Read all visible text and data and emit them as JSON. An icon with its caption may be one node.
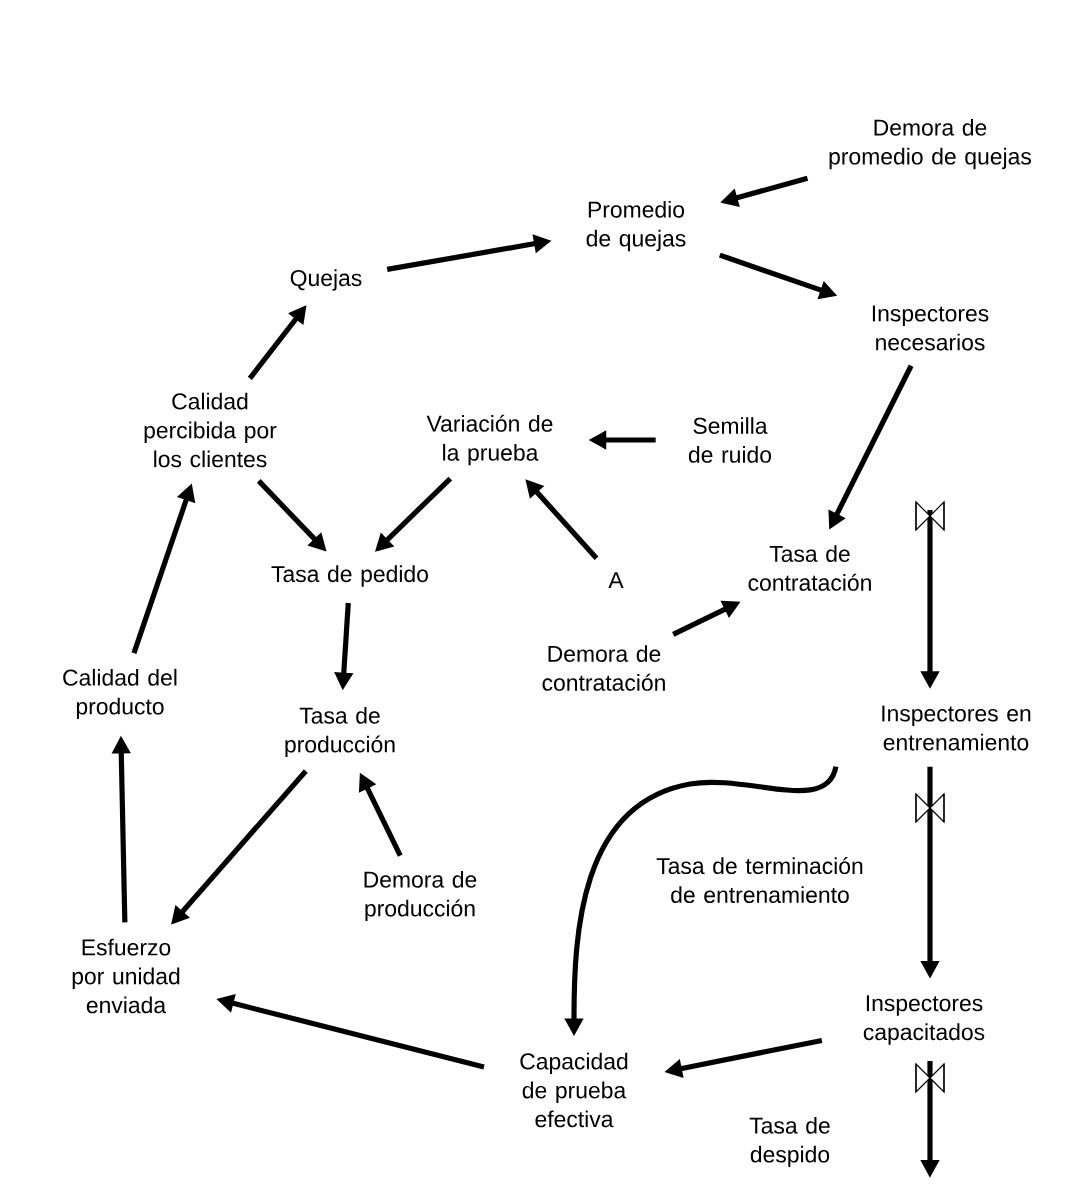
{
  "diagram": {
    "nodes": [
      {
        "text": [
          "Quejas"
        ]
      },
      {
        "text": [
          "Promedio de quejas"
        ]
      },
      {
        "text": [
          "Demora de promedio de quejas"
        ]
      },
      {
        "text": [
          "Inspectores necesarios"
        ]
      },
      {
        "text": [
          "Calidad percibida por los clientes"
        ]
      },
      {
        "text": [
          "Variación de la prueba"
        ]
      },
      {
        "text": [
          "Semilla de ruido"
        ]
      },
      {
        "text": [
          "Tasa de pedido"
        ]
      },
      {
        "text": [
          "A"
        ]
      },
      {
        "text": [
          "Tasa de contratación"
        ]
      },
      {
        "text": [
          "Calidad del producto"
        ]
      },
      {
        "text": [
          "Tasa de producción"
        ]
      },
      {
        "text": [
          "Demora de contratación"
        ]
      },
      {
        "text": [
          "Inspectores en entrenamiento"
        ]
      },
      {
        "text": [
          "Demora de producción"
        ]
      },
      {
        "text": [
          "Tasa de terminación de entrenamiento"
        ]
      },
      {
        "text": [
          "Esfuerzo por unidad enviada"
        ]
      },
      {
        "text": [
          "Capacidad de prueba efectiva"
        ]
      },
      {
        "text": [
          "Inspectores capacitados"
        ]
      },
      {
        "text": [
          "Tasa de despido"
        ]
      }
    ],
    "edges": [
      {
        "from": 2,
        "to": 1,
        "arrow": "to"
      },
      {
        "from": 0,
        "to": 1,
        "arrow": "to"
      },
      {
        "from": 1,
        "to": 3,
        "arrow": "to"
      },
      {
        "from": 3,
        "to": 9,
        "arrow": "to"
      },
      {
        "from": 6,
        "to": 5,
        "arrow": "to"
      },
      {
        "from": 8,
        "to": 5,
        "arrow": "to"
      },
      {
        "from": 5,
        "to": 7,
        "arrow": "to"
      },
      {
        "from": 4,
        "to": 7,
        "arrow": "to"
      },
      {
        "from": 4,
        "to": 0,
        "arrow": "to"
      },
      {
        "from": 7,
        "to": 11,
        "arrow": "to"
      },
      {
        "from": 12,
        "to": 9,
        "arrow": "to"
      },
      {
        "from": 10,
        "to": 4,
        "arrow": "to"
      },
      {
        "from": 11,
        "to": 16,
        "arrow": "to"
      },
      {
        "from": 14,
        "to": 11,
        "arrow": "to"
      },
      {
        "from": 16,
        "to": 10,
        "arrow": "to"
      },
      {
        "from": 13,
        "to": 17,
        "arrow": "to"
      },
      {
        "from": 18,
        "to": 17,
        "arrow": "to"
      },
      {
        "from": 17,
        "to": 16,
        "arrow": "to"
      },
      {
        "from": null,
        "to": 13,
        "arrow": "to"
      },
      {
        "from": 13,
        "to": 18,
        "arrow": "to"
      },
      {
        "from": 18,
        "to": null,
        "arrow": "to"
      }
    ]
  }
}
